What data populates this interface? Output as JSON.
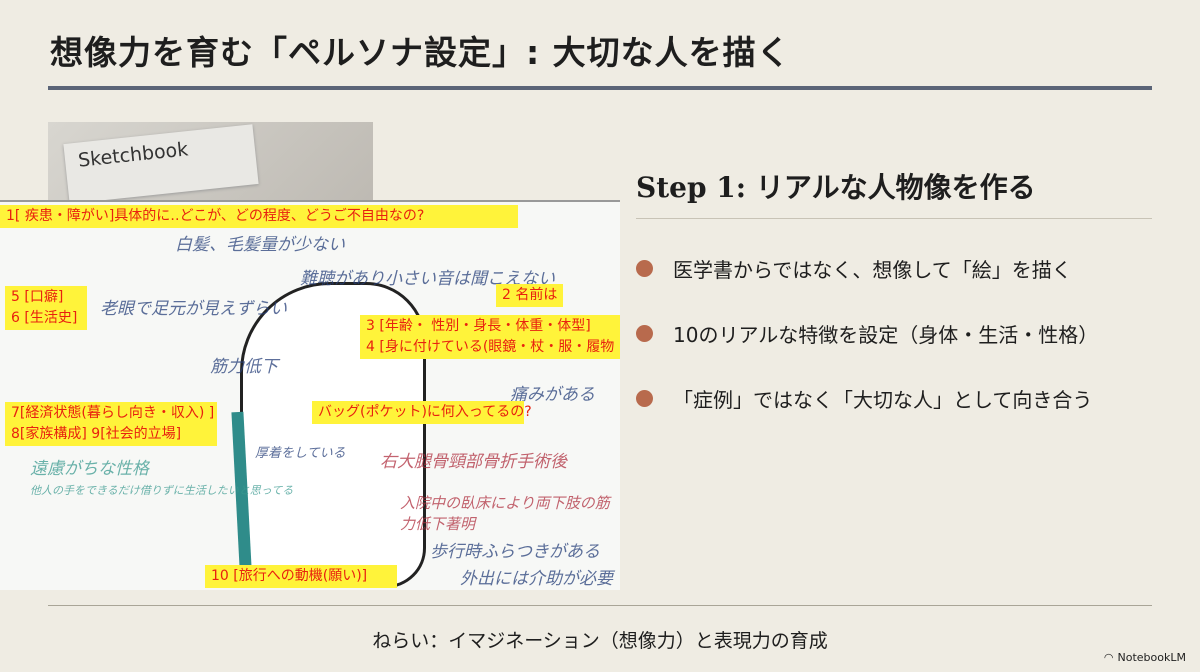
{
  "title": "想像力を育む「ペルソナ設定」: 大切な人を描く",
  "image": {
    "sketchbook_label": "Sketchbook",
    "tags": [
      "1[ 疾患・障がい]具体的に‥どこが、どの程度、どうご不自由なの?",
      "2 名前は",
      "3 [年齢・ 性別・身長・体重・体型]",
      "4 [身に付けている(眼鏡・杖・服・履物",
      "5 [口癖]",
      "6 [生活史]",
      "7[経済状態(暮らし向き・収入) ]",
      "8[家族構成]  9[社会的立場]",
      "バッグ(ポケット)に何入ってるの?",
      "10 [旅行への動機(願い)]"
    ],
    "handwriting": [
      "白髪、毛髪量が少ない",
      "難聴があり小さい音は聞こえない",
      "老眼で足元が見えずらい",
      "筋力低下",
      "右大腿骨頸部骨折手術後",
      "入院中の臥床により両下肢の筋力低下著明",
      "歩行時ふらつきがある",
      "外出には介助が必要",
      "遠慮がちな性格",
      "他人の手をできるだけ借りずに生活したいと思ってる",
      "痛みがある",
      "厚着をしている"
    ]
  },
  "step": {
    "heading": "Step 1: リアルな人物像を作る",
    "bullets": [
      "医学書からではなく、想像して「絵」を描く",
      "10のリアルな特徴を設定（身体・生活・性格）",
      "「症例」ではなく「大切な人」として向き合う"
    ]
  },
  "footer": "ねらい：イマジネーション（想像力）と表現力の育成",
  "logo": "NotebookLM",
  "colors": {
    "accent": "#b86a4d",
    "rule": "#5b6477",
    "tag_bg": "#fff33a",
    "tag_text": "#e8210f"
  }
}
